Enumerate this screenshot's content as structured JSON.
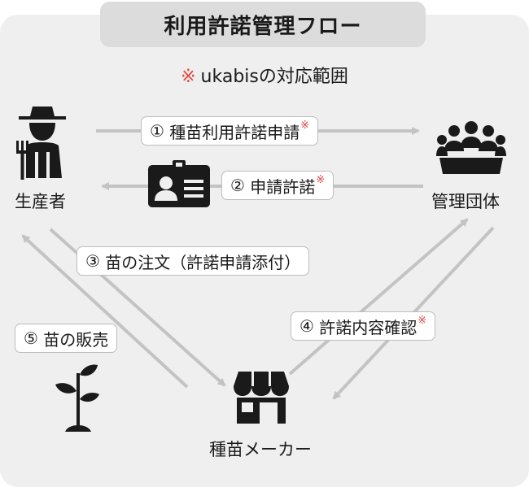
{
  "title": "利用許諾管理フロー",
  "note": {
    "mark": "※",
    "text": "ukabisの対応範囲"
  },
  "actors": {
    "producer": "生産者",
    "management": "管理団体",
    "maker": "種苗メーカー"
  },
  "steps": [
    {
      "num": "①",
      "text": "種苗利用許諾申請",
      "star": "※"
    },
    {
      "num": "②",
      "text": "申請許諾",
      "star": "※"
    },
    {
      "num": "③",
      "text": "苗の注文（許諾申請添付）",
      "star": ""
    },
    {
      "num": "④",
      "text": "許諾内容確認",
      "star": "※"
    },
    {
      "num": "⑤",
      "text": "苗の販売",
      "star": ""
    }
  ],
  "icons": [
    "farmer-icon",
    "id-card-icon",
    "meeting-group-icon",
    "storefront-icon",
    "plant-sprout-icon"
  ],
  "colors": {
    "accent": "#e0473f",
    "arrow": "#c3c3c3",
    "panel": "#efefef"
  }
}
